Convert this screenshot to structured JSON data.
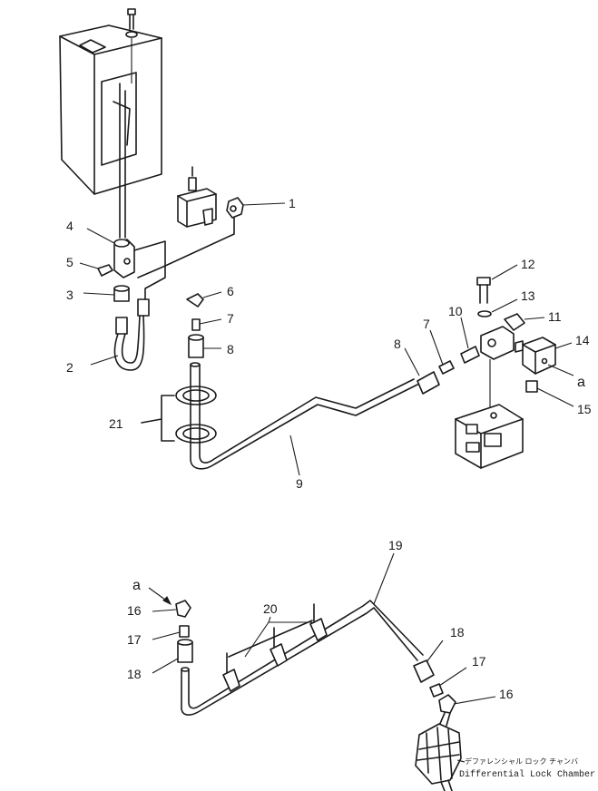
{
  "callouts": {
    "n1": "1",
    "n2": "2",
    "n3": "3",
    "n4": "4",
    "n5": "5",
    "n6": "6",
    "n7a": "7",
    "n7b": "7",
    "n8a": "8",
    "n8b": "8",
    "n9": "9",
    "n10": "10",
    "n11": "11",
    "n12": "12",
    "n13": "13",
    "n14": "14",
    "n15": "15",
    "n16a": "16",
    "n16b": "16",
    "n17a": "17",
    "n17b": "17",
    "n18a": "18",
    "n18b": "18",
    "n19": "19",
    "n20": "20",
    "n21": "21"
  },
  "connection_marks": {
    "mark_a_top": "a",
    "mark_a_bottom": "a"
  },
  "caption": {
    "japanese": "デファレンシャル ロック チャンバ",
    "english": "Differential Lock Chamber"
  }
}
